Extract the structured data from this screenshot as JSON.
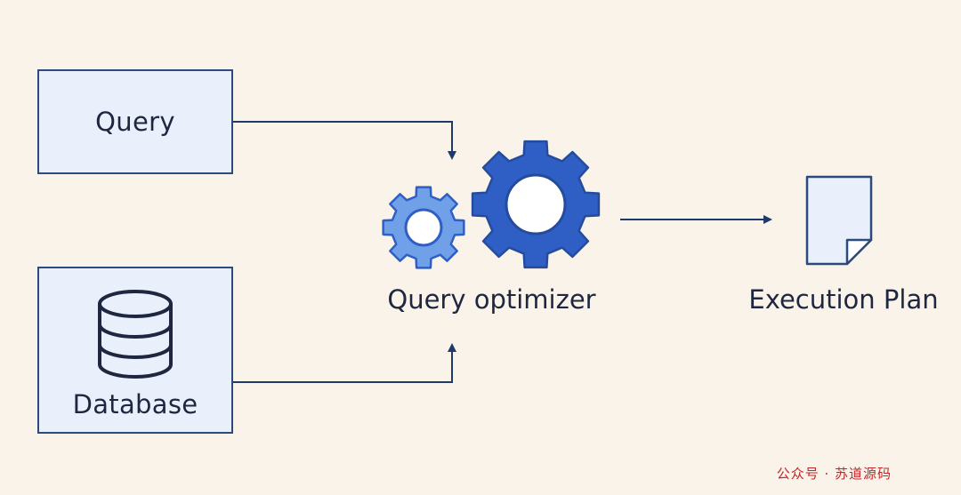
{
  "diagram": {
    "nodes": {
      "query": {
        "label": "Query"
      },
      "database": {
        "label": "Database",
        "icon": "database-icon"
      },
      "optimizer": {
        "label": "Query optimizer",
        "icon": "gears-icon"
      },
      "plan": {
        "label": "Execution Plan",
        "icon": "document-icon"
      }
    },
    "edges": [
      {
        "from": "Query",
        "to": "Query optimizer"
      },
      {
        "from": "Database",
        "to": "Query optimizer"
      },
      {
        "from": "Query optimizer",
        "to": "Execution Plan"
      }
    ],
    "colors": {
      "background": "#faf3ea",
      "box_fill": "#e9f0fb",
      "box_border": "#2d4a7c",
      "arrow": "#1f3a68",
      "gear_dark": "#2f5fc4",
      "gear_light": "#6fa0e8"
    }
  },
  "watermark": {
    "text": "公众号 · 苏道源码"
  }
}
